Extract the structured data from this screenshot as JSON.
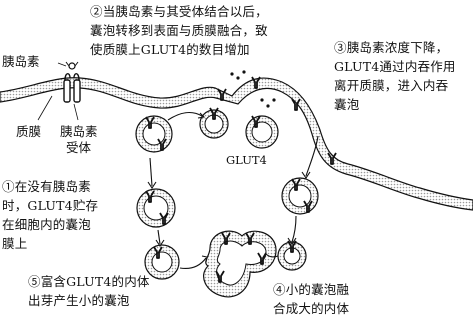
{
  "labels": {
    "insulin": "胰岛素",
    "membrane": "质膜",
    "receptor_line1": "胰岛素",
    "receptor_line2": "受体",
    "glut4": "GLUT4"
  },
  "steps": [
    {
      "lines": [
        "①在没有胰岛素",
        "时，GLUT4贮存",
        "在细胞内的囊泡",
        "膜上"
      ]
    },
    {
      "lines": [
        "②当胰岛素与其受体结合以后，",
        "囊泡转移到表面与质膜融合，致",
        "使质膜上GLUT4的数目增加"
      ]
    },
    {
      "lines": [
        "③胰岛素浓度下降，",
        "GLUT4通过内吞作用",
        "离开质膜，进入内吞",
        "囊泡"
      ]
    },
    {
      "lines": [
        "④小的囊泡融",
        "合成大的内体"
      ]
    },
    {
      "lines": [
        "⑤富含GLUT4的内体",
        "出芽产生小的囊泡"
      ]
    }
  ],
  "colors": {
    "line": "#111111",
    "shading": "#c9c9c9"
  }
}
